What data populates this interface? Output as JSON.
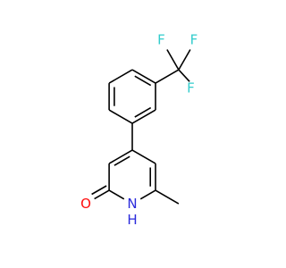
{
  "molecule": {
    "atoms": {
      "f1": "F",
      "f2": "F",
      "f3": "F",
      "o": "O",
      "n": "N",
      "h": "H"
    },
    "colors": {
      "bond": "#000000",
      "oxygen": "#ff0d0d",
      "nitrogen": "#2a2adb",
      "fluorine": "#33cccc"
    }
  }
}
